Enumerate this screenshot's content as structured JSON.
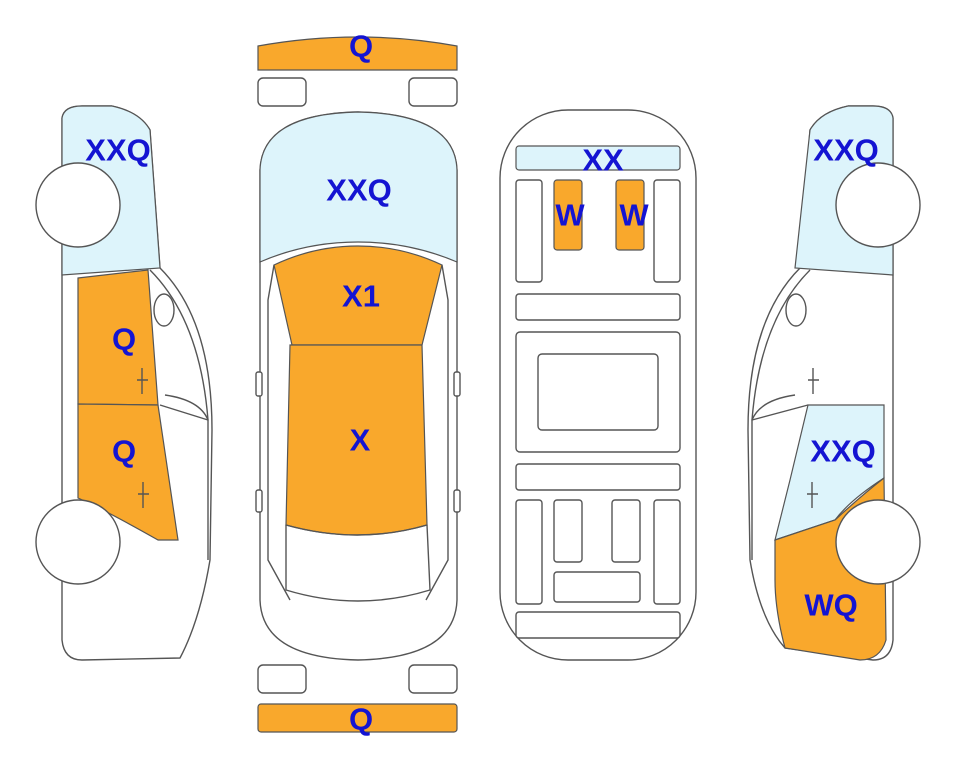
{
  "colors": {
    "damage": "#F9A82C",
    "glass": "#DDF4FB",
    "label": "#1414D2",
    "outline": "#555555"
  },
  "panels": {
    "front_bumper": "Q",
    "rear_bumper": "Q",
    "windshield": "XXQ",
    "hood": "X1",
    "roof": "X",
    "underbody_front": "XX",
    "underbody_left_rail": "W",
    "underbody_right_rail": "W",
    "left_quarter_glass": "XXQ",
    "left_front_door": "Q",
    "left_rear_door": "Q",
    "right_quarter_glass": "XXQ",
    "right_rear_door_glass": "XXQ",
    "right_rear_fender": "WQ"
  }
}
